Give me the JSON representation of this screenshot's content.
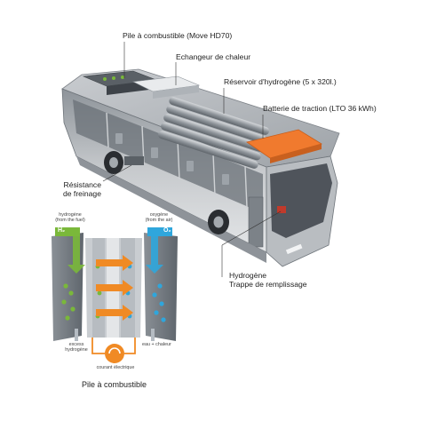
{
  "bus": {
    "labels": {
      "fuel_cell": "Pile à combustible (Move HD70)",
      "heat_exchanger": "Echangeur de chaleur",
      "hydrogen_tank": "Réservoir d'hydrogène (5 x 320l.)",
      "battery": "Batterie de traction (LTO 36 kWh)",
      "brake_resistor_line1": "Résistance",
      "brake_resistor_line2": "de freinage",
      "hydrogen_line1": "Hydrogène",
      "hydrogen_line2": "Trappe de remplissage"
    },
    "colors": {
      "battery": "#f07a2e",
      "bus_body": "#d9dbde",
      "bus_dark": "#4a4f55",
      "tank": "#9aa0a6"
    }
  },
  "fuel_cell_diagram": {
    "inlet_left_line1": "hydrogène",
    "inlet_left_line2": "(from the fuel)",
    "inlet_right_line1": "oxygène",
    "inlet_right_line2": "(from the air)",
    "gas_left": "H₂",
    "gas_right": "O₂",
    "outlet_left_line1": "excess",
    "outlet_left_line2": "hydrogène",
    "outlet_right": "eau + chaleur",
    "current_label": "courant électrique",
    "caption": "Pile à combustible",
    "colors": {
      "hydrogen": "#7ab83a",
      "oxygen": "#2fa6dc",
      "electron": "#f08a24",
      "plate": "#6d747b",
      "membrane": "#c9cdd1"
    }
  }
}
